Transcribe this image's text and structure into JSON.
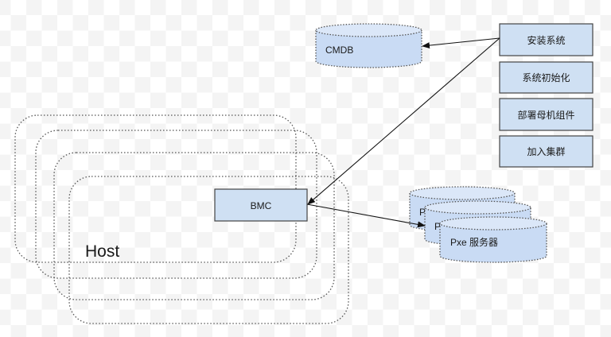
{
  "diagram": {
    "host": {
      "label": "Host",
      "stack_count": 4
    },
    "bmc": {
      "label": "BMC"
    },
    "cmdb": {
      "label": "CMDB"
    },
    "steps": [
      {
        "label": "安装系统"
      },
      {
        "label": "系统初始化"
      },
      {
        "label": "部署母机组件"
      },
      {
        "label": "加入集群"
      }
    ],
    "pxe": {
      "label": "Pxe 服务器",
      "back_labels": [
        "P",
        "P"
      ]
    },
    "edges": [
      {
        "from": "安装系统",
        "to": "CMDB"
      },
      {
        "from": "安装系统",
        "to": "BMC"
      },
      {
        "from": "BMC",
        "to": "Pxe 服务器"
      }
    ],
    "colors": {
      "node_fill": "#cfe0f3",
      "cylinder_fill": "#c9dbf4",
      "cylinder_top": "#dbe7f8",
      "stroke": "#444444",
      "dotted": "#555555"
    }
  }
}
